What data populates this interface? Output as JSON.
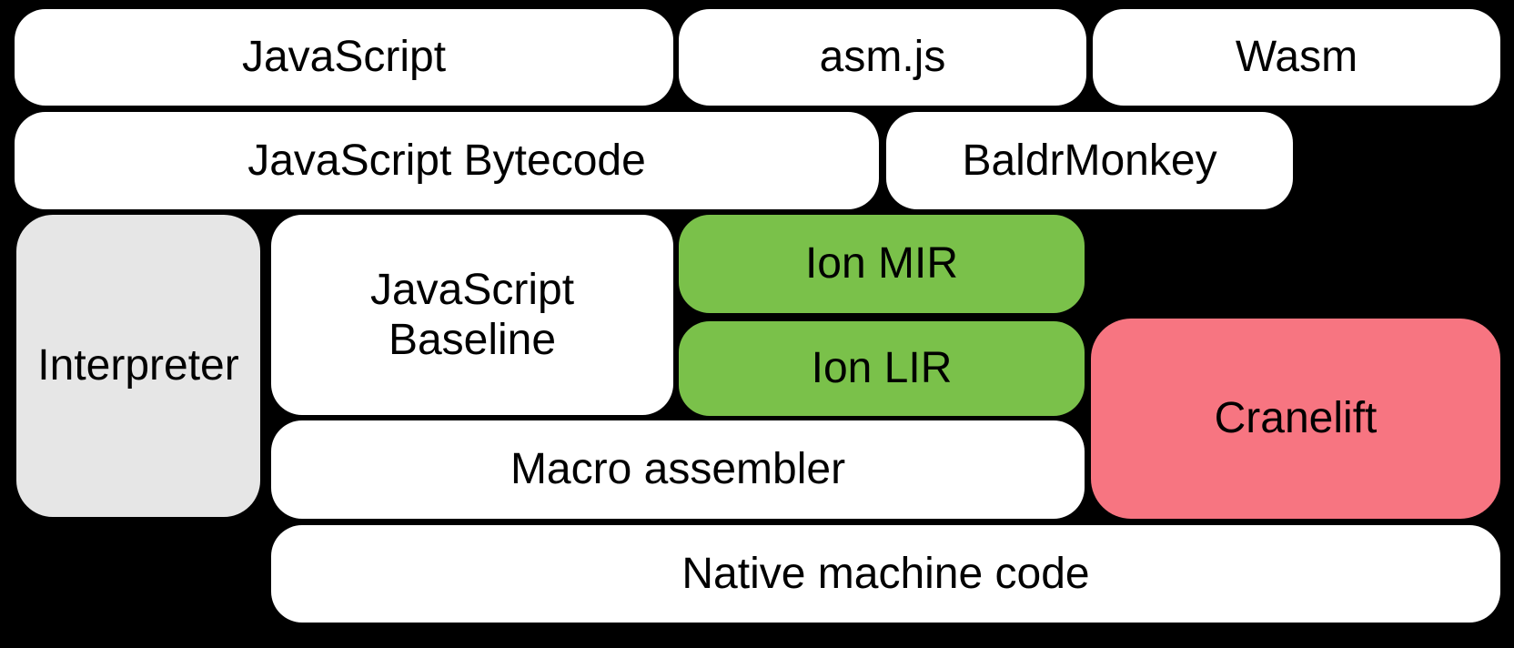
{
  "colors": {
    "background": "#000000",
    "text": "#000000",
    "box_white": "#FFFFFF",
    "box_gray": "#E6E6E6",
    "box_green": "#7AC14A",
    "box_pink": "#F77581"
  },
  "boxes": {
    "javascript": {
      "label": "JavaScript",
      "color": "#FFFFFF"
    },
    "asm_js": {
      "label": "asm.js",
      "color": "#FFFFFF"
    },
    "wasm": {
      "label": "Wasm",
      "color": "#FFFFFF"
    },
    "javascript_bytecode": {
      "label": "JavaScript Bytecode",
      "color": "#FFFFFF"
    },
    "baldrmonkey": {
      "label": "BaldrMonkey",
      "color": "#FFFFFF"
    },
    "interpreter": {
      "label": "Interpreter",
      "color": "#E6E6E6"
    },
    "javascript_baseline": {
      "label": "JavaScript Baseline",
      "lines": [
        "JavaScript",
        "Baseline"
      ],
      "color": "#FFFFFF"
    },
    "ion_mir": {
      "label": "Ion MIR",
      "color": "#7AC14A"
    },
    "ion_lir": {
      "label": "Ion LIR",
      "color": "#7AC14A"
    },
    "cranelift": {
      "label": "Cranelift",
      "color": "#F77581"
    },
    "macro_assembler": {
      "label": "Macro assembler",
      "color": "#FFFFFF"
    },
    "native_machine_code": {
      "label": "Native machine code",
      "color": "#FFFFFF"
    }
  }
}
